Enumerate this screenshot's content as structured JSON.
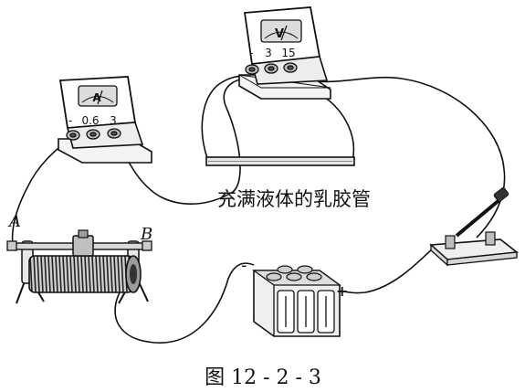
{
  "figure": {
    "caption": "图 12 - 2 - 3",
    "tube_label": "充满液体的乳胶管"
  },
  "voltmeter": {
    "symbol": "V",
    "terminals": [
      "-",
      "3",
      "15"
    ]
  },
  "ammeter": {
    "symbol": "A",
    "terminals": [
      "-",
      "0.6",
      "3"
    ]
  },
  "rheostat": {
    "end_a": "A",
    "end_b": "B"
  },
  "battery": {
    "negative": "-",
    "positive": "+"
  }
}
